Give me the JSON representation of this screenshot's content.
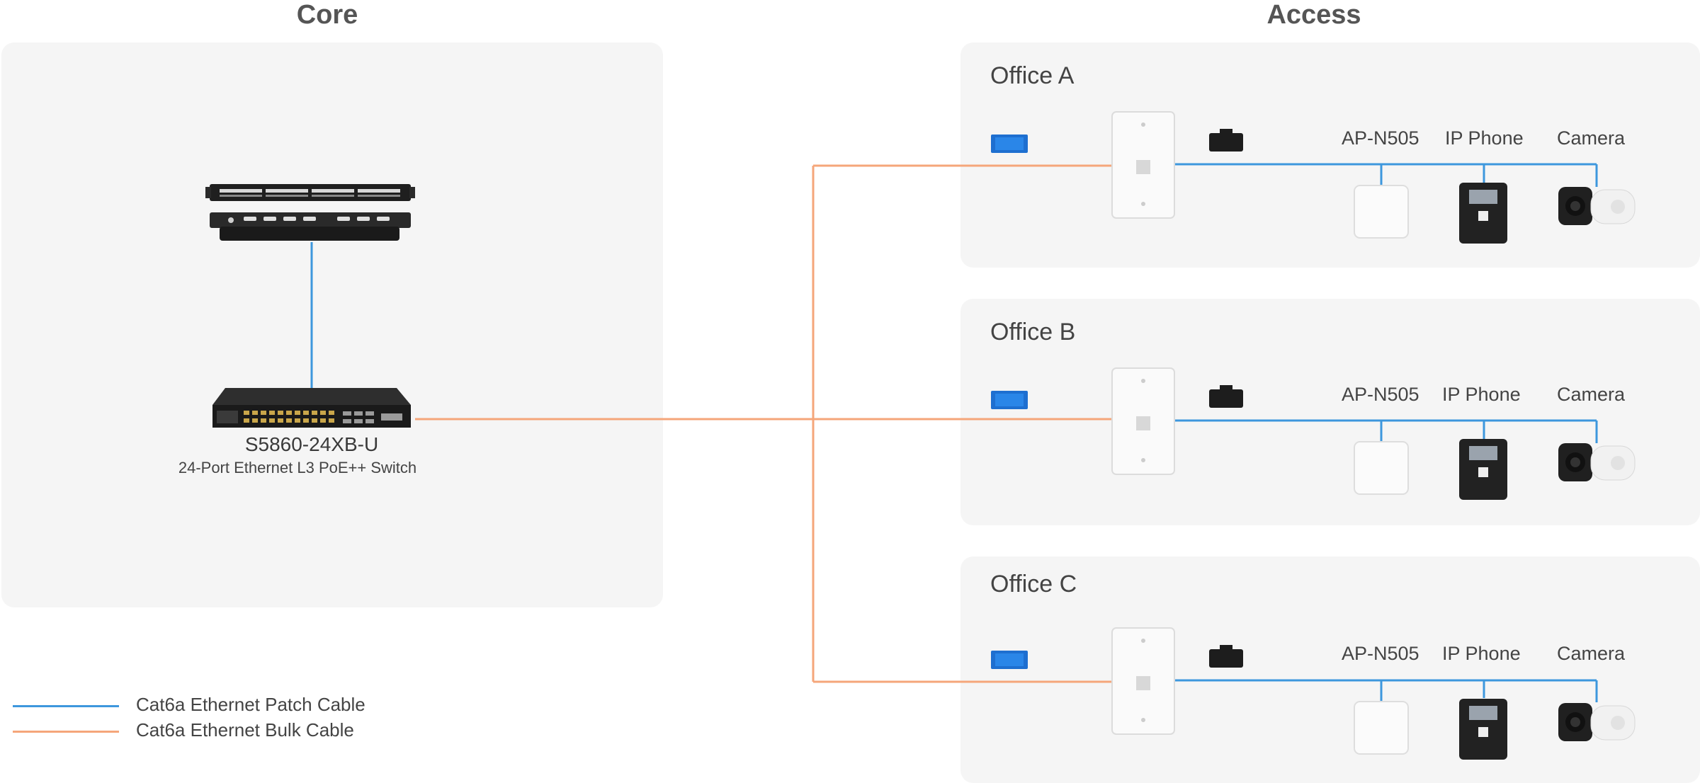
{
  "sections": {
    "core": "Core",
    "access": "Access"
  },
  "switch": {
    "model": "S5860-24XB-U",
    "description": "24-Port Ethernet L3 PoE++ Switch"
  },
  "offices": [
    {
      "name": "Office A",
      "devices": [
        "AP-N505",
        "IP Phone",
        "Camera"
      ]
    },
    {
      "name": "Office B",
      "devices": [
        "AP-N505",
        "IP Phone",
        "Camera"
      ]
    },
    {
      "name": "Office C",
      "devices": [
        "AP-N505",
        "IP Phone",
        "Camera"
      ]
    }
  ],
  "legend": {
    "patch": "Cat6a Ethernet Patch Cable",
    "bulk": "Cat6a Ethernet Bulk Cable"
  },
  "colors": {
    "patch": "#3d97dd",
    "bulk": "#f5a67a",
    "panel": "#f5f5f5"
  }
}
